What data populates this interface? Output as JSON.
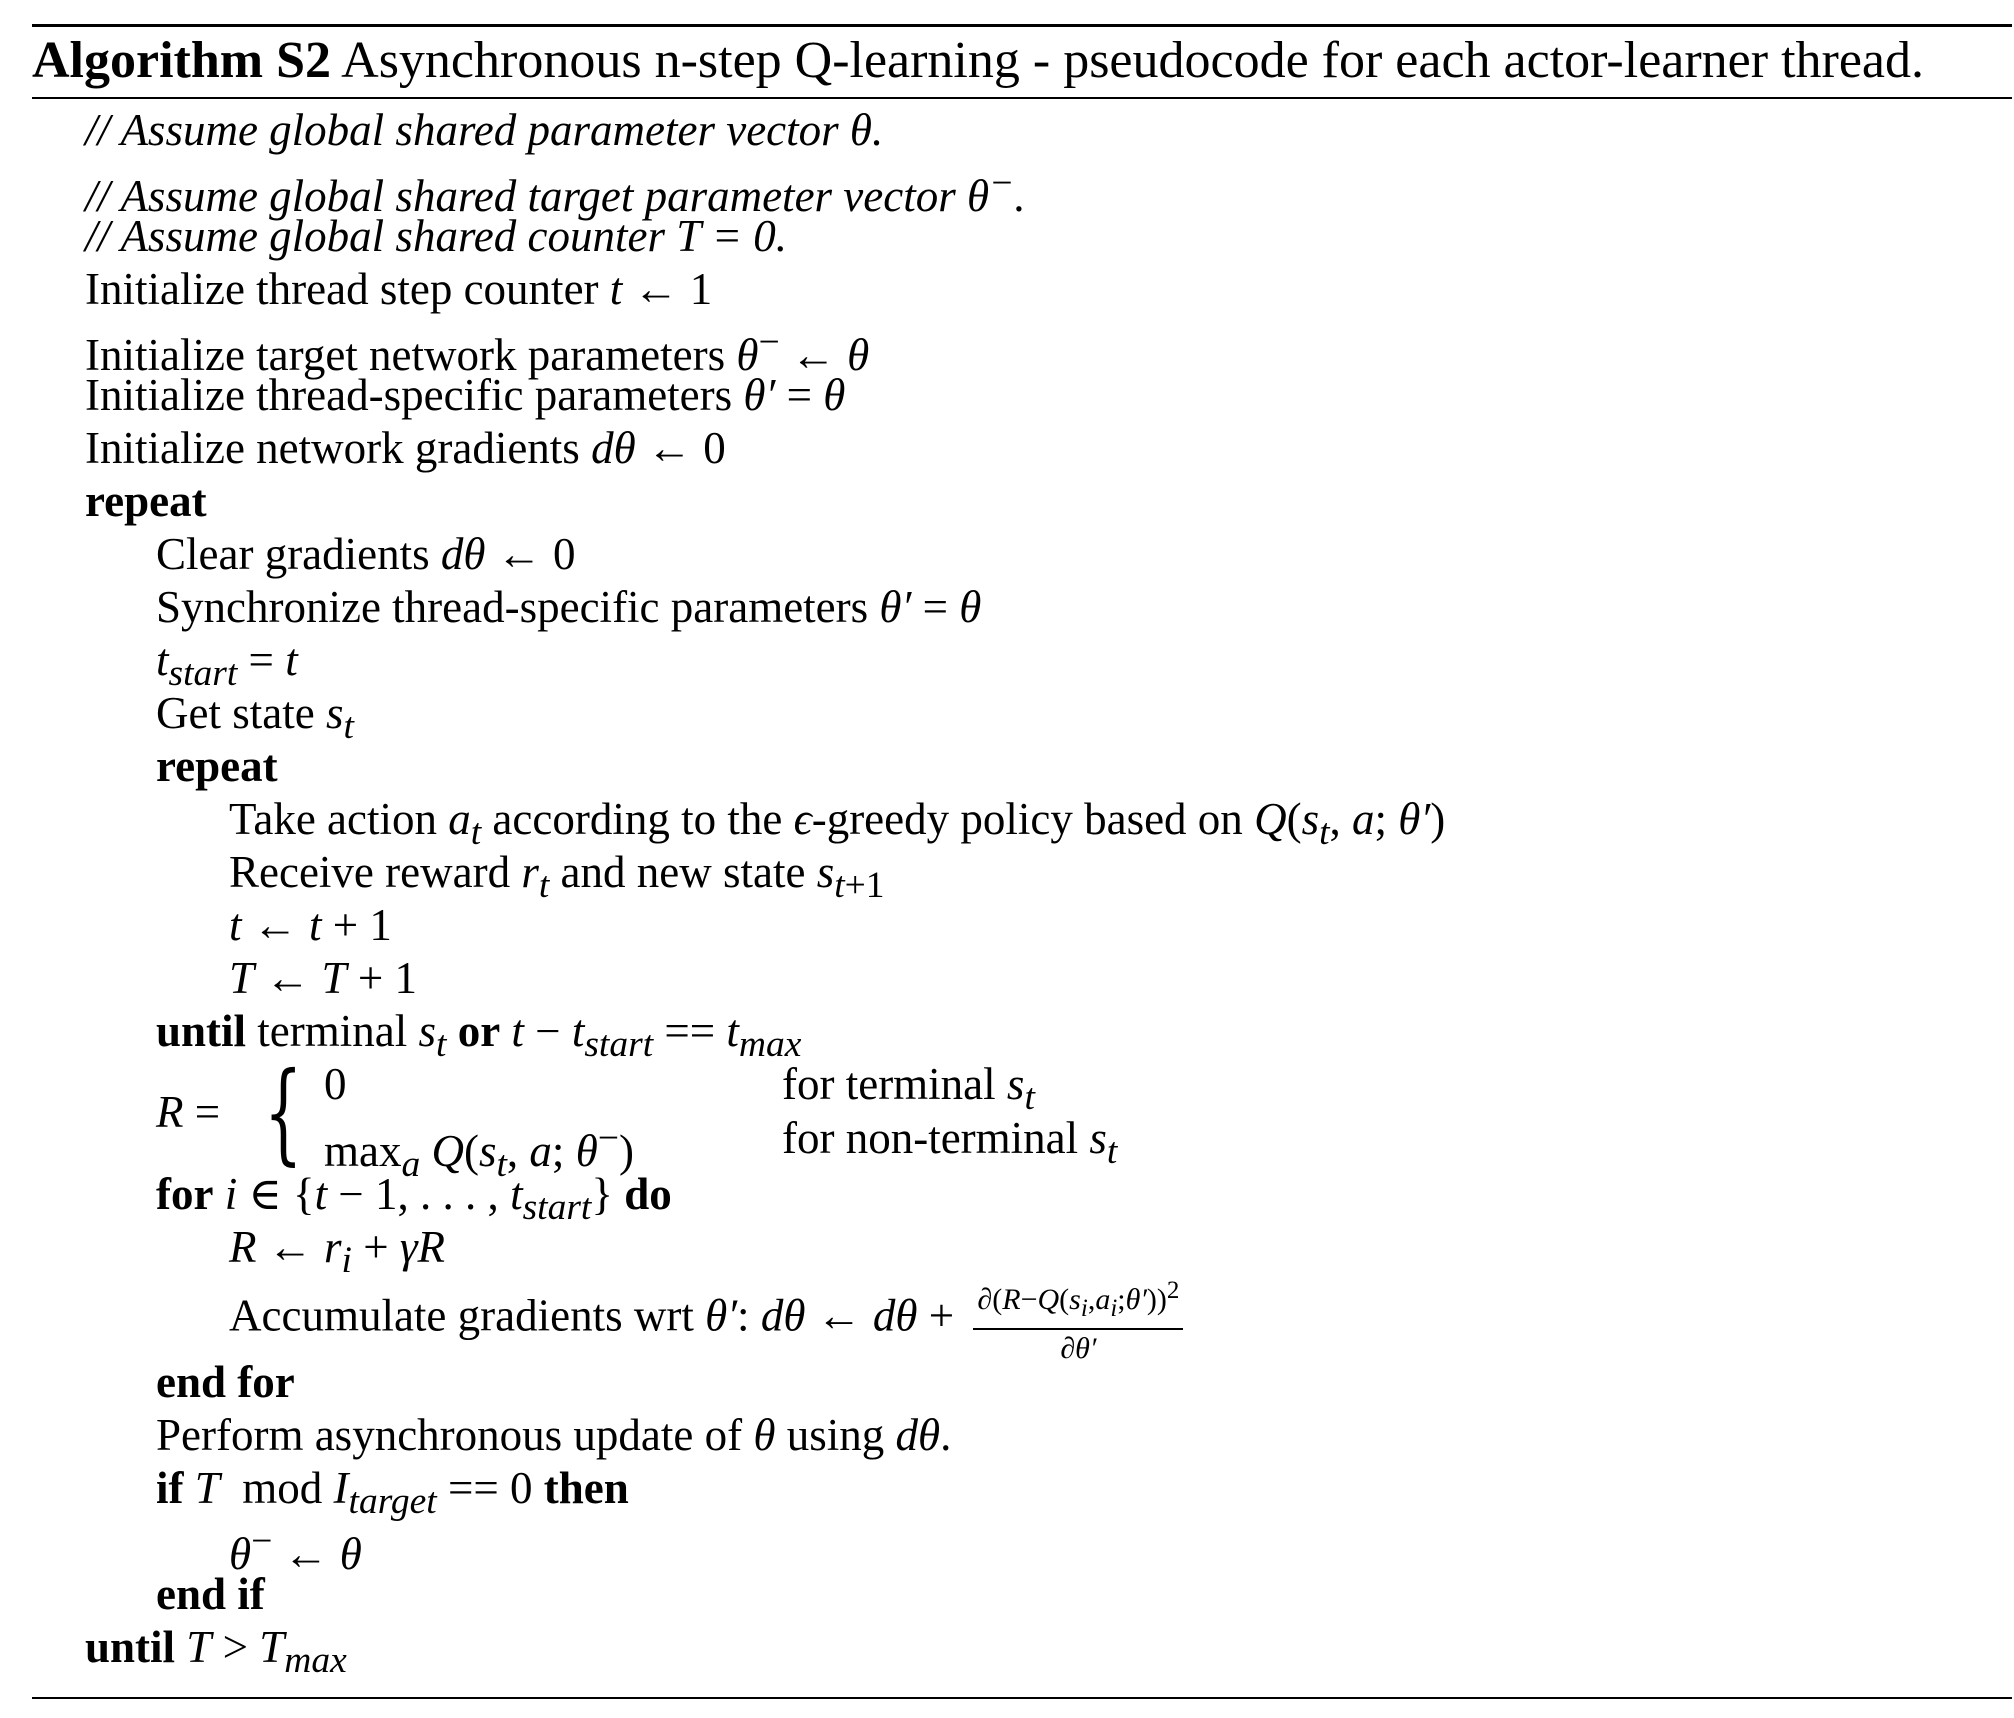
{
  "algorithm": {
    "label": "Algorithm S2",
    "title": "Asynchronous n-step Q-learning - pseudocode for each actor-learner thread."
  },
  "lines": [
    "// Assume global shared parameter vector θ.",
    "// Assume global shared target parameter vector θ⁻.",
    "// Assume global shared counter T = 0.",
    "Initialize thread step counter t ← 1",
    "Initialize target network parameters θ⁻ ← θ",
    "Initialize thread-specific parameters θ′ = θ",
    "Initialize network gradients dθ ← 0",
    "repeat",
    "Clear gradients dθ ← 0",
    "Synchronize thread-specific parameters θ′ = θ",
    "t_start = t",
    "Get state s_t",
    "repeat",
    "Take action a_t according to the ϵ-greedy policy based on Q(s_t, a; θ′)",
    "Receive reward r_t and new state s_t+1",
    "t ← t + 1",
    "T ← T + 1",
    "until terminal s_t or t − t_start == t_max",
    "R = { 0 for terminal s_t ; max_a Q(s_t, a; θ⁻) for non-terminal s_t",
    "for i ∈ {t − 1, . . . , t_start} do",
    "R ← r_i + γR",
    "Accumulate gradients wrt θ′: dθ ← dθ + ∂(R−Q(s_i,a_i;θ′))² / ∂θ′",
    "end for",
    "Perform asynchronous update of θ using dθ.",
    "if T mod I_target == 0 then",
    "θ⁻ ← θ",
    "end if",
    "until T > T_max"
  ]
}
